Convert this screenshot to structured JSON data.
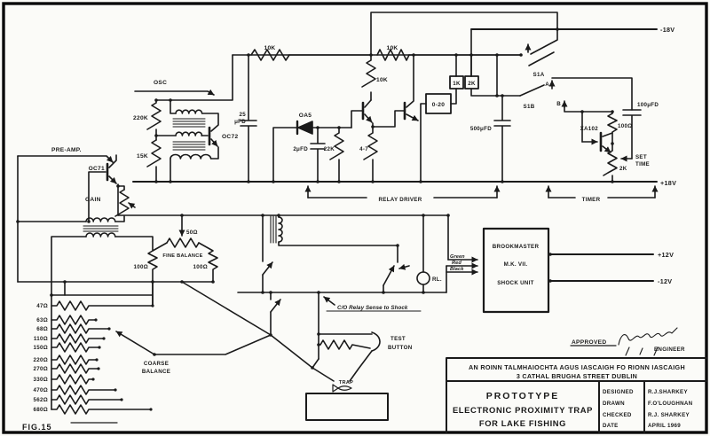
{
  "figure_label": "FIG.15",
  "rails": {
    "neg18": "-18V",
    "pos18": "+18V",
    "pos12": "+12V",
    "neg12": "-12V"
  },
  "sections": {
    "osc": "OSC",
    "preamp": "PRE-AMP.",
    "relay_driver": "RELAY DRIVER",
    "timer": "TIMER"
  },
  "osc": {
    "r220k": "220K",
    "r15k": "15K",
    "oc72": "OC72",
    "c25_value": "25",
    "c25_unit": "μFD",
    "r10k": "10K"
  },
  "preamp": {
    "oc71": "OC71",
    "gain": "GAIN"
  },
  "det": {
    "oa5": "OA5",
    "c2": "2μFD",
    "r22k": "22K",
    "r4_7": "4-7"
  },
  "drv": {
    "r10k_top": "10K",
    "r10k_vert": "10K",
    "meter": "0-20",
    "f1k": "1K",
    "f2k": "2K",
    "c500": "500μFD"
  },
  "sw": {
    "s1a": "S1A",
    "s1b": "S1B",
    "a": "A",
    "b": "B"
  },
  "tmr": {
    "c100": "100μFD",
    "r100": "100Ω",
    "xa102": "XA102",
    "r2k": "2K",
    "set1": "SET",
    "set2": "TIME"
  },
  "bal": {
    "r50": "50Ω",
    "fine": "FINE BALANCE",
    "r100l": "100Ω",
    "r100r": "100Ω",
    "coarse1": "COARSE",
    "coarse2": "BALANCE"
  },
  "ladder": [
    "47Ω",
    "63Ω",
    "68Ω",
    "110Ω",
    "150Ω",
    "220Ω",
    "270Ω",
    "330Ω",
    "470Ω",
    "562Ω",
    "680Ω"
  ],
  "relay": {
    "rl": "RL.",
    "note": "C/O Relay Sense to Shock",
    "test1": "TEST",
    "test2": "BUTTON"
  },
  "cable": {
    "green": "Green",
    "red": "Red",
    "black": "Black"
  },
  "shock": {
    "l1": "BROOKMASTER",
    "l2": "M.K. VII.",
    "l3": "SHOCK UNIT"
  },
  "trap_label": "TRAP",
  "approval": {
    "approved": "APPROVED",
    "engineer": "ENGINEER"
  },
  "tb": {
    "addr1": "AN ROINN TALMHAIOCHTA AGUS IASCAIGH FO RIONN IASCAIGH",
    "addr2": "3 CATHAL BRUGHA STREET DUBLIN",
    "t1": "PROTOTYPE",
    "t2": "ELECTRONIC PROXIMITY TRAP",
    "t3": "FOR LAKE FISHING",
    "fields": [
      {
        "label": "DESIGNED",
        "value": "R.J.SHARKEY"
      },
      {
        "label": "DRAWN",
        "value": "F.O'LOUGHNAN"
      },
      {
        "label": "CHECKED",
        "value": "R.J. SHARKEY"
      },
      {
        "label": "DATE",
        "value": "APRIL 1969"
      }
    ]
  }
}
